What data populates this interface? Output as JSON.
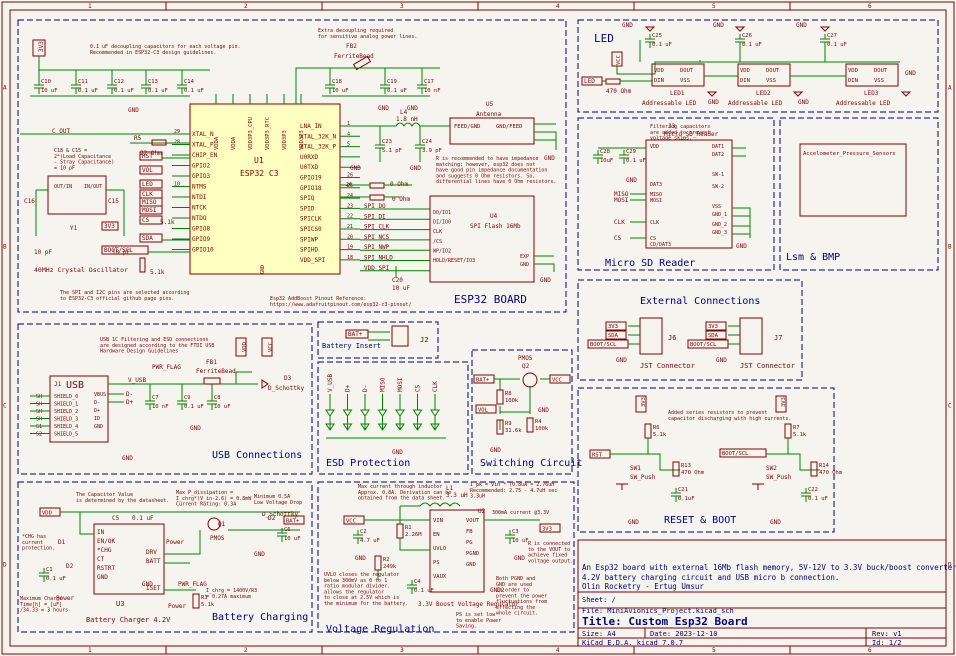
{
  "title_block": {
    "description_lines": [
      "An Esp32 board with external 16Mb flash memory, 5V-12V to 3.3V buck/boost converter,",
      "4.2V battery charging circuit and USB micro b connection."
    ],
    "authors": "Olin Rocketry - Ertug Umsur",
    "sheet_label": "Sheet: /",
    "file_label": "File: MiniAvionics_Project.kicad_sch",
    "title_label": "Title: Custom Esp32 Board",
    "size_label": "Size: A4",
    "date_label": "Date: 2023-12-10",
    "rev_label": "Rev: v1",
    "tool_label": "KiCad E.D.A.  kicad 7.0.7",
    "id_label": "Id: 1/2"
  },
  "groups": {
    "esp32": "ESP32 BOARD",
    "led": "LED",
    "sd": "Micro SD Reader",
    "lsm": "Lsm & BMP",
    "ext": "External Connections",
    "usb": "USB Connections",
    "esd": "ESD Protection",
    "switching": "Switching Circuit",
    "reset": "RESET & BOOT",
    "battery_charging": "Battery Charging",
    "voltage_reg": "Voltage Regulation"
  },
  "esp32": {
    "u1_ref": "U1",
    "u1_value": "ESP32 C3",
    "decoupling_note": "0.1 uF decoupling capacitors for each voltage pin.\nRecommended in ESP32-C3 design guidelines.",
    "extra_decoupling_note": "Extra decoupling required\nfor sensitive analog power lines.",
    "fb2_ref": "FB2",
    "fb2_value": "FerriteBead",
    "l4_ref": "L4",
    "l4_value": "1.8 nH",
    "u5_ref": "U5",
    "u5_value": "Antenna",
    "u5_pin_left": "FEED/GND",
    "u5_pin_right": "GND/FEED",
    "c_out": "C_OUT",
    "crystal_note": "C18 & C15 =\n2*(Load Capacitance\n- Stray Capacitance)\n= 10 pF",
    "y1_ref": "Y1",
    "y1_value": "40MHz Crystal Oscillator",
    "spi_i2c_note": "The SPI and I2C pins are selected according\nto ESP32-C3 official github page pins.",
    "r_recommend_note": "R is recommended to have impedance\nmatching; however, esp32 does not\nhave good pin impedance documentation\nand suggests 0 Ohm resistors. So,\ndifferential lines have 0 Ohm resistors.",
    "pinout_ref": "Esp32 AddBoost Pinout Reference:\nhttps://www.adafruitpinout.com/esp32-c3-pinout/",
    "u4_ref": "U4",
    "u4_value": "SPI Flash 16Mb",
    "u4_left_pins": [
      "DO/IO1",
      "DI/IO0",
      "CLK",
      "/CS",
      "WP/IO2",
      "HOLD/RESET/IO3"
    ],
    "u4_right_pins": [
      "EXP",
      "GND"
    ],
    "zero_ohm": "0 Ohm",
    "left_pins": [
      {
        "num": "29",
        "name": "XTAL_N"
      },
      {
        "num": "28",
        "name": "XTAL_P"
      },
      {
        "num": "",
        "name": "CHIP_EN"
      },
      {
        "num": "",
        "name": "GPIO2"
      },
      {
        "num": "",
        "name": "GPIO3"
      },
      {
        "num": "10",
        "name": "NTMS"
      },
      {
        "num": "",
        "name": "NTDI"
      },
      {
        "num": "",
        "name": "NTCK"
      },
      {
        "num": "",
        "name": "NTDO"
      },
      {
        "num": "",
        "name": "GPIO8"
      },
      {
        "num": "",
        "name": "GPIO9"
      },
      {
        "num": "",
        "name": "GPIO10"
      }
    ],
    "top_pins": [
      "VDDA",
      "VDDA",
      "VDD3P3_CPU",
      "VDD3P3_RTC",
      "VDD3P3",
      "VDD3P3"
    ],
    "right_pins": [
      {
        "name": "LNA_IN",
        "num": "1"
      },
      {
        "name": "XTAL_32K_N",
        "num": "4"
      },
      {
        "name": "XTAL_32K_P",
        "num": "5"
      },
      {
        "name": "U0RXD",
        "num": ""
      },
      {
        "name": "U0TXD",
        "num": ""
      },
      {
        "name": "GPIO19",
        "num": "26"
      },
      {
        "name": "GPIO18",
        "num": "25"
      },
      {
        "name": "SPIQ",
        "num": "24"
      },
      {
        "name": "SPID",
        "num": "23"
      },
      {
        "name": "SPICLK",
        "num": "22"
      },
      {
        "name": "SPICS0",
        "num": "21"
      },
      {
        "name": "SPIWP",
        "num": "20"
      },
      {
        "name": "SPIHD",
        "num": "19"
      },
      {
        "name": "VDD_SPI",
        "num": "18"
      }
    ],
    "spi_nets": [
      "SPI DO",
      "SPI DI",
      "SPI CLK",
      "SPI NCS",
      "SPI NWP",
      "SPI NHLD",
      "VDD SPI"
    ],
    "labels": {
      "rst": "RST",
      "vol": "VOL",
      "led": "LED",
      "clk": "CLK",
      "miso": "MISO",
      "mosi": "MOSI",
      "cs": "CS",
      "sda": "SDA",
      "boot": "BOOT/SCL",
      "v3": "3V3",
      "gnd": "GND"
    },
    "r_values": {
      "r22": "22 Ohm",
      "r51": "5.1k",
      "r5k": "5.1k"
    },
    "caps": [
      {
        "ref": "C10",
        "value": "10 uF"
      },
      {
        "ref": "C11",
        "value": "0.1 uF"
      },
      {
        "ref": "C12",
        "value": "0.1 uF"
      },
      {
        "ref": "C13",
        "value": "0.1 uF"
      },
      {
        "ref": "C14",
        "value": "0.1 uF"
      },
      {
        "ref": "C18",
        "value": "10 uF"
      },
      {
        "ref": "C19",
        "value": "0.1 uF"
      },
      {
        "ref": "C17",
        "value": "10 nF"
      },
      {
        "ref": "C23",
        "value": "5.1 pF"
      },
      {
        "ref": "C24",
        "value": "3.9 pF"
      },
      {
        "ref": "C20",
        "value": "10 uF"
      },
      {
        "ref": "C16",
        "value": "10 pF"
      },
      {
        "ref": "C15",
        "value": "10 pF"
      }
    ]
  },
  "led": {
    "caps": [
      {
        "ref": "C25",
        "value": "0.1 uF"
      },
      {
        "ref": "C26",
        "value": "0.1 uF"
      },
      {
        "ref": "C27",
        "value": "0.1 uF"
      }
    ],
    "leds": [
      {
        "ref": "LED1",
        "value": "Addressable LED"
      },
      {
        "ref": "LED2",
        "value": "Addressable LED"
      },
      {
        "ref": "LED3",
        "value": "Addressable LED"
      }
    ],
    "pins": [
      "VDD",
      "DOUT",
      "DIN",
      "VSS"
    ],
    "r_value": "470 Ohm",
    "vcc": "VCC",
    "led_label": "LED"
  },
  "sd": {
    "note": "Filtering capacitors\nare added to prevent\nvoltage skips.",
    "j3_ref": "J3",
    "j3_value": "Micro_SD_Reader",
    "c28": {
      "ref": "C28",
      "value": "10uF"
    },
    "c29": {
      "ref": "C29",
      "value": "0.1 uF"
    },
    "left_pins": [
      "VDD",
      "DAT3",
      "MISO",
      "MOSI",
      "CLK",
      "CS"
    ],
    "right_pins": [
      "DAT1",
      "DAT2",
      "SW-1",
      "SW-2",
      "VSS",
      "GND_1",
      "GND_2",
      "GND_3"
    ],
    "bottom_label": "CD/DAT3"
  },
  "lsm": {
    "inner_label": "Accelometer_Pressure_Sensors"
  },
  "ext": {
    "j6": {
      "ref": "J6",
      "value": "JST Connector"
    },
    "j7": {
      "ref": "J7",
      "value": "JST Connector"
    },
    "nets": [
      "3V3",
      "SDA",
      "BOOT/SCL"
    ]
  },
  "battery": {
    "j2_ref": "J2",
    "label": "BAT+",
    "title": "Battery Insert"
  },
  "usb": {
    "note": "USB 1C Filtering and ESD connections\nare designed according to the FTDI USB\nHardware Design Guidelines",
    "j1_ref": "J1",
    "j1_label": "USB",
    "pins_left": [
      "SH",
      "SH",
      "SH",
      "SH",
      "S1",
      "S2"
    ],
    "pins_names": [
      "SHIELD_0",
      "SHIELD_1",
      "SHIELD_2",
      "SHIELD_3",
      "SHIELD_4",
      "SHIELD_5"
    ],
    "pins_right": [
      "VBUS",
      "D-",
      "D+",
      "ID",
      "GND"
    ],
    "fb1_ref": "FB1",
    "fb1_value": "FerriteBead",
    "pwr_flag": "PWR_FLAG",
    "v_usb": "V_USB",
    "caps": [
      {
        "ref": "C7",
        "value": "10 nF"
      },
      {
        "ref": "C9",
        "value": "0.1 uF"
      },
      {
        "ref": "C8",
        "value": "10 uF"
      }
    ],
    "d3_ref": "D3",
    "d3_value": "D_Schottky",
    "nets": [
      "VDD",
      "VCC",
      "D+",
      "D-"
    ]
  },
  "esd": {
    "nets": [
      "V_USB",
      "D+",
      "D-",
      "MISO",
      "MOSI",
      "CS",
      "CLK"
    ]
  },
  "switching": {
    "pmos": "PMOS",
    "q2": "Q2",
    "r8": {
      "ref": "R8",
      "value": "100k"
    },
    "r9": {
      "ref": "R9",
      "value": "31.6k"
    },
    "r4": {
      "ref": "R4",
      "value": "100k"
    },
    "nets": [
      "BAT+",
      "VCC",
      "VOL",
      "GND"
    ]
  },
  "reset": {
    "note": "Added series resistors to prevent\ncapacitor discharging with high currents.",
    "sw1": {
      "ref": "SW1",
      "value": "SW_Push"
    },
    "sw2": {
      "ref": "SW2",
      "value": "SW_Push"
    },
    "r6": {
      "ref": "R6",
      "value": "5.1k"
    },
    "r7": {
      "ref": "R7",
      "value": "5.1k"
    },
    "r13": {
      "ref": "R13",
      "value": "470 Ohm"
    },
    "r14": {
      "ref": "R14",
      "value": "470 Ohm"
    },
    "c21": {
      "ref": "C21",
      "value": "0.1uF"
    },
    "c22": {
      "ref": "C22",
      "value": "0.1 uF"
    },
    "nets": [
      "RST",
      "BOOT/SCL",
      "3V3",
      "GND"
    ]
  },
  "charger": {
    "cap_note": "The Capacitor Value\nis determined by the datasheet.",
    "pmos_note": "Max P_dissipation =\nI_chrg*(V_in-2.6) = 0.8mW\nCurrent Rating: 0.3A",
    "diode_note": "Minimum 0.5A\nLow Voltage Drop",
    "chg_note": "*CHG has\ncurrent\nprotection.",
    "charge_time": "Maximum Charge\nTime[h] = [uF]\n/34.33 = 3 hours",
    "ichrg": "I_chrg = 1400V/R3\n= 0.27A maximum",
    "u3_ref": "U3",
    "u3_value": "Battery Charger 4.2V",
    "u3_left_pins": [
      "IN",
      "EN/OK",
      "*CHG",
      "CT",
      "RSTRT",
      "GND"
    ],
    "u3_right_pins": [
      "DRV",
      "BATT",
      "ISET"
    ],
    "c5": {
      "ref": "C5",
      "value": "0.1 uF"
    },
    "c6": {
      "ref": "C6",
      "value": "10 uF"
    },
    "c1": {
      "ref": "C1",
      "value": "0.1 uF"
    },
    "d1": "D1",
    "d2": "D2",
    "d2_value": "D_Schottky",
    "q1": "Q1",
    "pmos": "PMOS",
    "r3": {
      "ref": "R3",
      "value": "5.1k"
    },
    "pwr_flag": "PWR_FLAG",
    "nets": [
      "VDD",
      "BAT+",
      "GND",
      "Power"
    ]
  },
  "regulator": {
    "inductor_note": "Max current through inductor\nApprox. 0.8A. Derivation can be\nobtained from the data sheet.",
    "formula": "I_pk = Vin * (0.8uA = 2.76uH\nRecommended: 2.75 - 4.7uH sec\n3.3uH",
    "current_note": "300mA current @3.3V",
    "uvlo_note": "UVLO closes the regulator\nbelow 300mV as 0 to 1\nratio modular divider.\nallows the regulator\nto close at 2.5V which is\nthe minimum for the battery.",
    "fb_note": "R is connected\nto the VOUT to\nachieve fixed\nvoltage output.",
    "pgnd_note": "Both PGND and\nGND are used\nin order to\nprevent the power\nfluctuations from\neffecting the\nwhole circuit.",
    "ps_note": "PS is set low\nto enable Power\nSaving.",
    "l1": {
      "ref": "L1",
      "value": "3.3 uH"
    },
    "u2_ref": "U2",
    "u2_value": "3.3V Boost Voltage Regulator",
    "u2_left_pins": [
      "VIN",
      "EN",
      "UVLO",
      "PS",
      "VAUX"
    ],
    "u2_right_pins": [
      "VOUT",
      "FB",
      "PG",
      "PGND",
      "GND"
    ],
    "c2": {
      "ref": "C2",
      "value": "4.7 uF"
    },
    "c3": {
      "ref": "C3",
      "value": "10 uF"
    },
    "c4": {
      "ref": "C4",
      "value": "0.1 uF"
    },
    "r1": {
      "ref": "R1",
      "value": "2.26M"
    },
    "r2": {
      "ref": "R2",
      "value": "249k"
    },
    "nets": [
      "VCC",
      "3V3",
      "GND",
      "GND2"
    ]
  },
  "border": {
    "cols": [
      "1",
      "2",
      "3",
      "4",
      "5",
      "6"
    ],
    "rows": [
      "A",
      "B",
      "C",
      "D"
    ]
  }
}
